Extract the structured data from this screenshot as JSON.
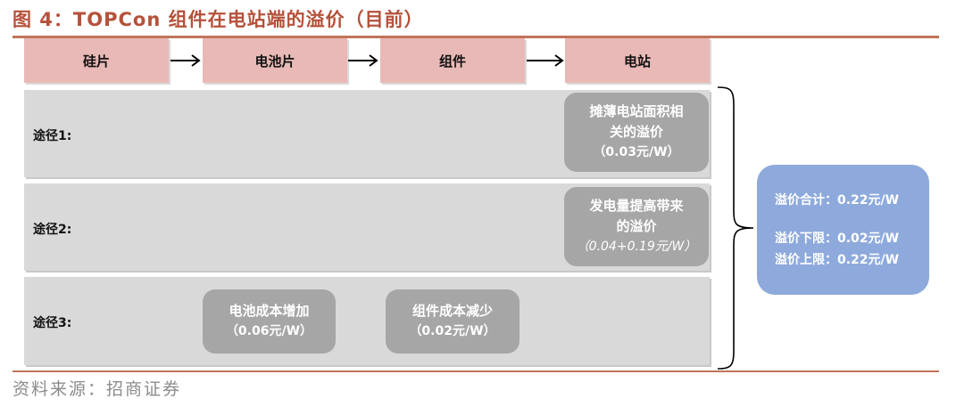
{
  "title": "图 4：TOPCon 组件在电站端的溢价（目前）",
  "stages": [
    "硅片",
    "电池片",
    "组件",
    "电站"
  ],
  "routes": [
    {
      "label": "途径1:",
      "boxes": [
        {
          "lines": [
            "摊薄电站面积相",
            "关的溢价"
          ],
          "value": "（0.03元/W）"
        }
      ]
    },
    {
      "label": "途径2:",
      "boxes": [
        {
          "lines": [
            "发电量提高带来",
            "的溢价"
          ],
          "value": "（0.04+0.19元/W）"
        }
      ]
    },
    {
      "label": "途径3:",
      "boxes": [
        {
          "lines": [
            "电池成本增加"
          ],
          "value": "（0.06元/W）"
        },
        {
          "lines": [
            "组件成本减少"
          ],
          "value": "（0.02元/W）"
        }
      ]
    }
  ],
  "summary": {
    "total": "溢价合计：0.22元/W",
    "lower": "溢价下限：0.02元/W",
    "upper": "溢价上限：0.22元/W"
  },
  "source": "资料来源：招商证券",
  "colors": {
    "title": "#b5513a",
    "stage": "#e8b9b6",
    "band": "#d9d9d9",
    "box": "#a6a6a6",
    "summary": "#8eaadc"
  }
}
